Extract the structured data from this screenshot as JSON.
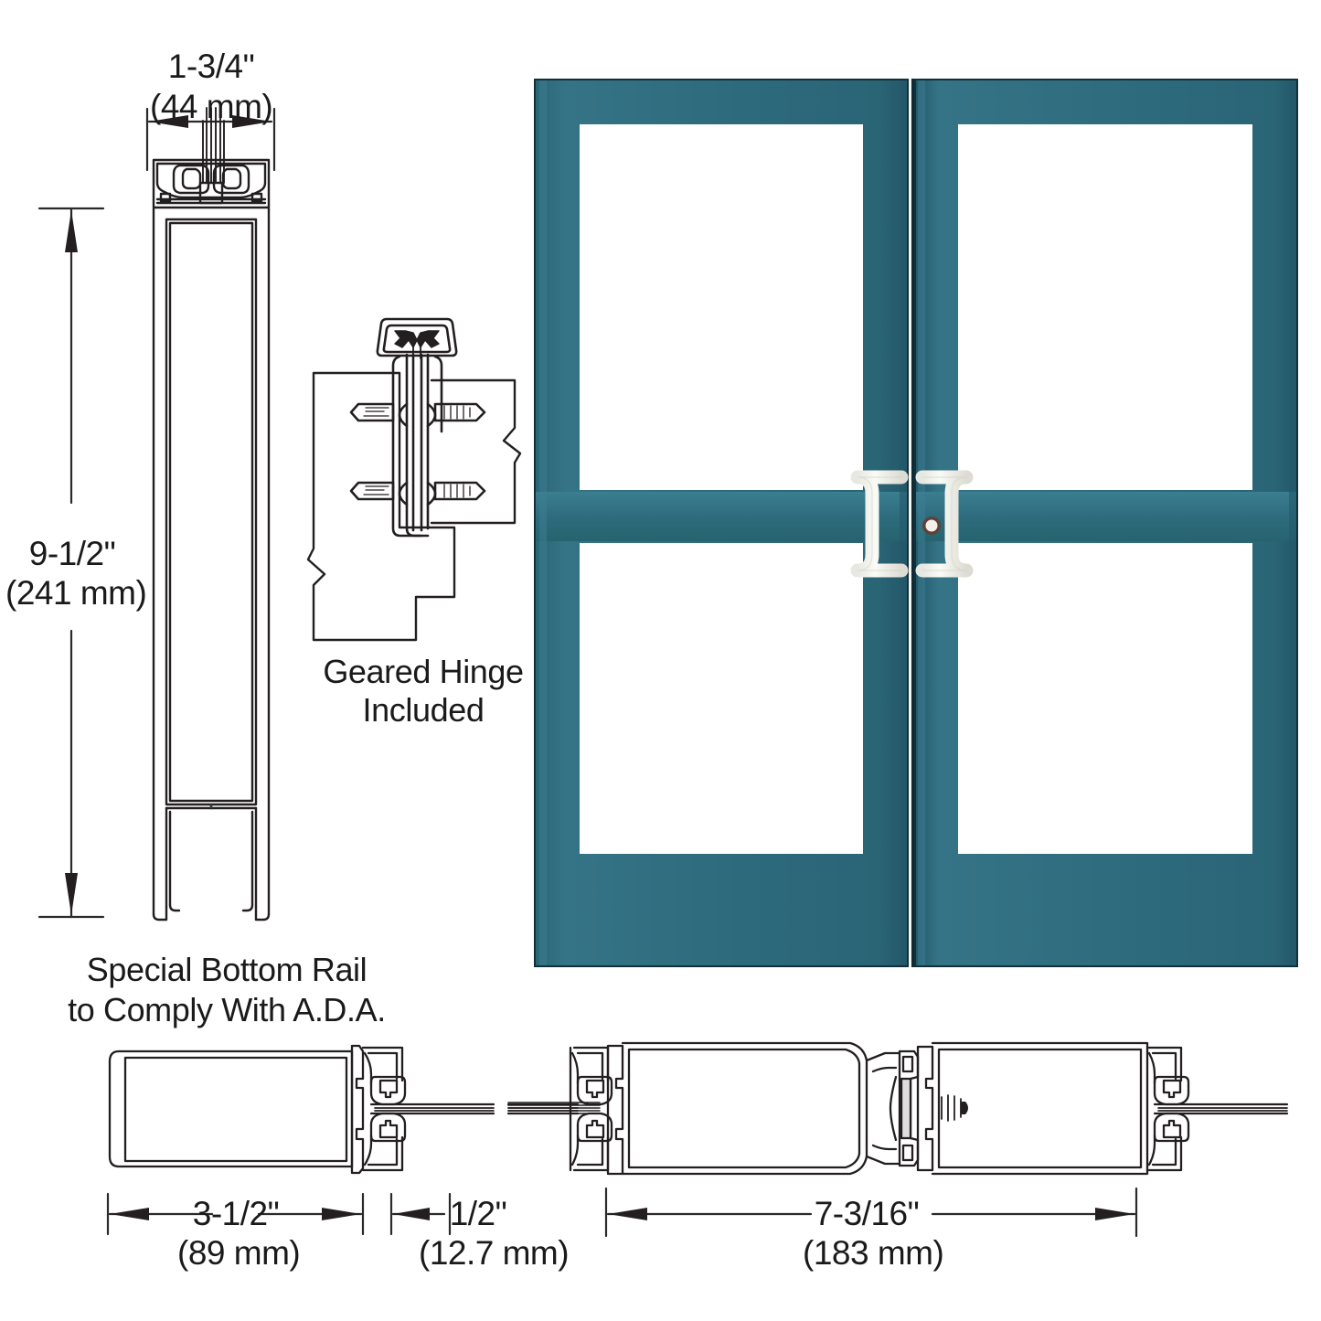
{
  "drawing": {
    "title": "Aluminum Entrance Door Technical Drawing",
    "colors": {
      "door_face": "#2C6B7D",
      "door_face_light": "#387A8C",
      "door_edge_dark": "#13303A",
      "handle": "#F2F2EE",
      "line": "#231f20",
      "background": "#FFFFFF"
    }
  },
  "dimensions": {
    "stile_width": {
      "imperial": "1-3/4\"",
      "metric": "(44 mm)"
    },
    "bottom_rail_height": {
      "imperial": "9-1/2\"",
      "metric": "(241 mm)"
    },
    "rail_depth": {
      "imperial": "3-1/2\"",
      "metric": "(89 mm)"
    },
    "gap": {
      "imperial": "1/2\"",
      "metric": "(12.7 mm)"
    },
    "pair_width": {
      "imperial": "7-3/16\"",
      "metric": "(183 mm)"
    }
  },
  "labels": {
    "geared_hinge": "Geared Hinge\nIncluded",
    "geared_hinge_line1": "Geared Hinge",
    "geared_hinge_line2": "Included",
    "bottom_rail_note_line1": "Special Bottom Rail",
    "bottom_rail_note_line2": "to Comply With A.D.A."
  },
  "door_pair": {
    "leaf_count": 2,
    "lites_per_leaf": 2,
    "hardware": "push-pull-handles",
    "lock": "cylinder-lock"
  }
}
